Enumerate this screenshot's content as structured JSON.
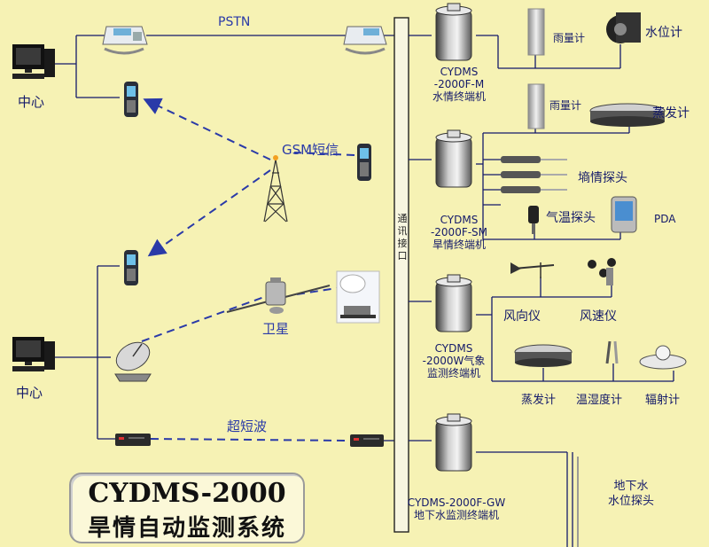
{
  "diagram": {
    "title_line1": "CYDMS-2000",
    "title_line2": "旱情自动监测系统",
    "comm_interface": "通讯接口",
    "left": {
      "center_top": "中心",
      "center_bottom": "中心",
      "pstn": "PSTN",
      "gsm": "GSM短信",
      "satellite": "卫星",
      "uhf": "超短波"
    },
    "terminals": {
      "m": [
        "CYDMS",
        "-2000F-M",
        "水情终端机"
      ],
      "sm": [
        "CYDMS",
        "-2000F-SM",
        "旱情终端机"
      ],
      "w": [
        "CYDMS",
        "-2000W气象",
        "监测终端机"
      ],
      "gw": [
        "CYDMS-2000F-GW",
        "地下水监测终端机"
      ]
    },
    "sensors": {
      "rain_gauge_1": "雨量计",
      "water_level": "水位计",
      "rain_gauge_2": "雨量计",
      "evaporation_1": "蒸发计",
      "soil_probe": "墒情探头",
      "temp_probe": "气温探头",
      "pda": "PDA",
      "wind_dir": "风向仪",
      "wind_speed": "风速仪",
      "evaporation_2": "蒸发计",
      "humidity": "温湿度计",
      "radiation": "辐射计",
      "groundwater": [
        "地下水",
        "水位探头"
      ]
    }
  }
}
